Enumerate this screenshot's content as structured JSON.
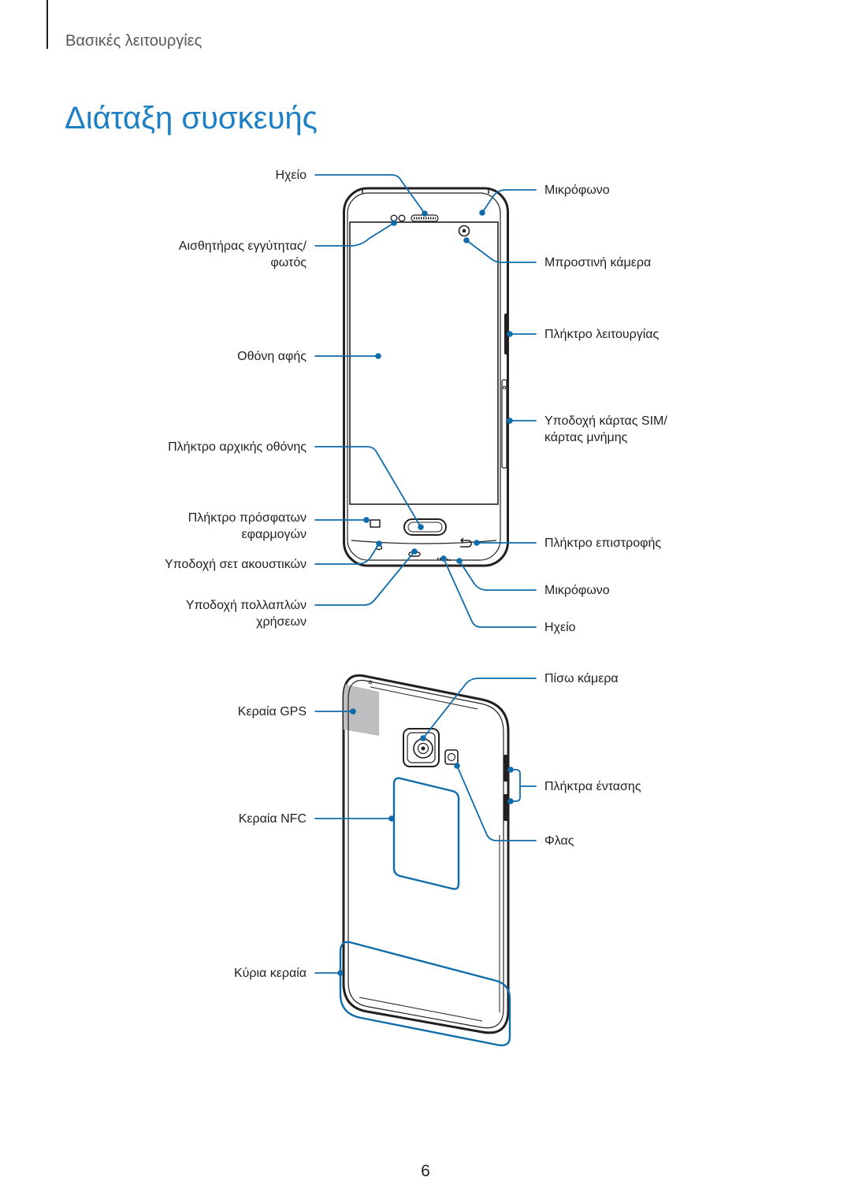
{
  "header": {
    "section_title": "Βασικές λειτουργίες"
  },
  "page_title": "Διάταξη συσκευής",
  "front_view": {
    "left_labels": {
      "earpiece_speaker": [
        "Ηχείο"
      ],
      "proximity_light_sensor": [
        "Αισθητήρας εγγύτητας/",
        "φωτός"
      ],
      "touchscreen": [
        "Οθόνη αφής"
      ],
      "home_key": [
        "Πλήκτρο αρχικής οθόνης"
      ],
      "recents_key": [
        "Πλήκτρο πρόσφατων",
        "εφαρμογών"
      ],
      "headset_jack": [
        "Υποδοχή σετ ακουστικών"
      ],
      "multipurpose_jack": [
        "Υποδοχή πολλαπλών",
        "χρήσεων"
      ]
    },
    "right_labels": {
      "top_microphone": [
        "Μικρόφωνο"
      ],
      "front_camera": [
        "Μπροστινή κάμερα"
      ],
      "power_key": [
        "Πλήκτρο λειτουργίας"
      ],
      "sim_card_tray": [
        "Υποδοχή κάρτας SIM/",
        "κάρτας μνήμης"
      ],
      "back_key": [
        "Πλήκτρο επιστροφής"
      ],
      "bottom_microphone": [
        "Μικρόφωνο"
      ],
      "loudspeaker": [
        "Ηχείο"
      ]
    }
  },
  "back_view": {
    "left_labels": {
      "gps_antenna": [
        "Κεραία GPS"
      ],
      "nfc_antenna": [
        "Κεραία NFC"
      ],
      "main_antenna": [
        "Κύρια κεραία"
      ]
    },
    "right_labels": {
      "rear_camera": [
        "Πίσω κάμερα"
      ],
      "volume_keys": [
        "Πλήκτρα έντασης"
      ],
      "flash": [
        "Φλας"
      ]
    }
  },
  "page_number": "6",
  "colors": {
    "accent": "#1d7fc4",
    "leader": "#0f6cab",
    "text": "#231f20",
    "header_text": "#58595b",
    "antenna_fill": "#bcbec0"
  }
}
